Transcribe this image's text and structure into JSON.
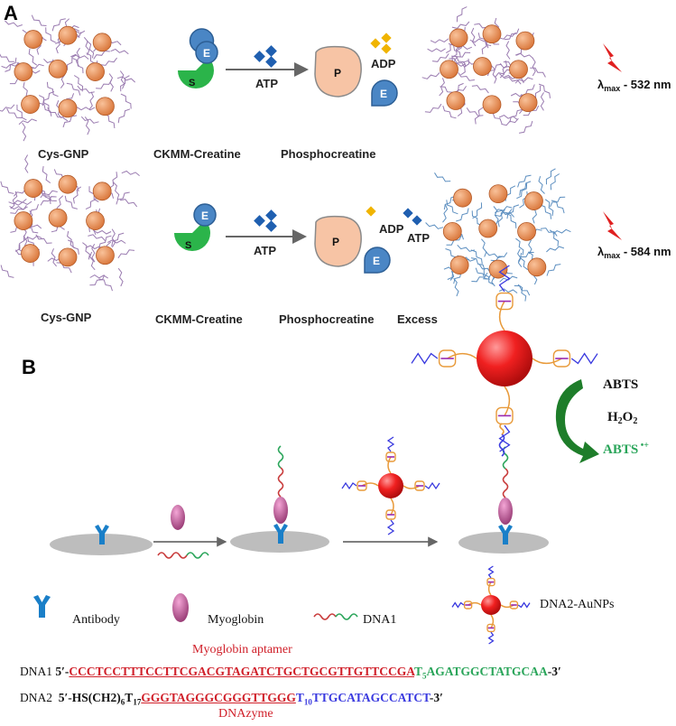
{
  "panelA": {
    "letter": "A",
    "row1": {
      "nanoparticle": "Cys-GNP",
      "enzyme": "CKMM-Creatine",
      "product": "Phosphocreatine",
      "atp": "ATP",
      "adp": "ADP",
      "enzyme_letter": "E",
      "substrate_letter": "S",
      "product_letter": "P",
      "lambda_label": "λ",
      "lambda_sub": "max",
      "lambda_value": " - 532 nm"
    },
    "row2": {
      "nanoparticle": "Cys-GNP",
      "enzyme": "CKMM-Creatine",
      "product": "Phosphocreatine",
      "excess": "Excess",
      "atp": "ATP",
      "atp2": "ATP",
      "adp": "ADP",
      "enzyme_letter": "E",
      "substrate_letter": "S",
      "product_letter": "P",
      "lambda_label": "λ",
      "lambda_sub": "max",
      "lambda_value": " - 584 nm"
    },
    "colors": {
      "particle": "#e8935a",
      "ligand": "#9a7bb0",
      "ligand_blue": "#5d8fc0",
      "enzyme": "#4a86c5",
      "substrate": "#2bb44a",
      "product": "#f7c4a5",
      "atp": "#1f5fb0",
      "adp": "#f0b400",
      "bolt": "#e02020"
    }
  },
  "panelB": {
    "letter": "B",
    "abts": "ABTS",
    "h2o2_main": "H",
    "h2o2_sub1": "2",
    "h2o2_o": "O",
    "h2o2_sub2": "2",
    "abts_radical": "ABTS",
    "abts_radical_sup": " •+",
    "legend": {
      "antibody": "Antibody",
      "myoglobin": "Myoglobin",
      "dna1": "DNA1",
      "dna2": "DNA2-AuNPs"
    },
    "aptamer_label": "Myoglobin aptamer",
    "dnazyme_label": "DNAzyme",
    "dna1": {
      "name": "DNA1",
      "prefix": "5′-",
      "aptamer": "CCCTCCTTTCCTTCGACGTAGATCTGCTGCGTTGTTCCGA",
      "t": "T",
      "t_sub": "5",
      "tail": "AGATGGCTATGCAA",
      "suffix": "-3′"
    },
    "dna2": {
      "name": "DNA2",
      "prefix": "5′-HS(CH2)",
      "sub6": "6",
      "t": "T",
      "sub17": "17",
      "dnazyme": "GGGTAGGGCGGGTTGGG",
      "t10": "T",
      "sub10": "10",
      "tail": "TTGCATAGCCATCT",
      "suffix": "-3′"
    },
    "colors": {
      "antibody": "#1a7fc8",
      "myoglobin": "#c060a0",
      "aunp": "#e82020",
      "dna_red": "#c83a3a",
      "dna_green": "#2aa55a",
      "dna_blue": "#3a3adf",
      "arrow_green": "#1e7d2a",
      "surface": "#bdbdbd"
    }
  }
}
